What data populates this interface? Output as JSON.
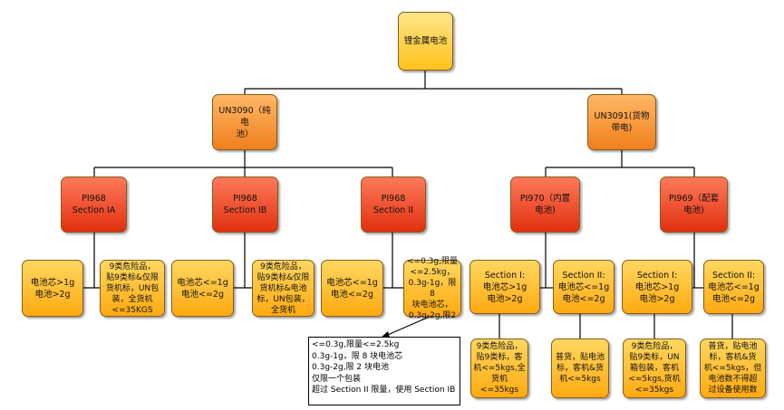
{
  "root": "锂金属电池",
  "un3090": "UN3090（纯电\n池）",
  "un3091": "UN3091(货物\n带电)",
  "pi968_ia": "PI968\nSection IA",
  "pi968_ib": "PI968\nSection IB",
  "pi968_ii": "PI968\nSection II",
  "pi970": "PI970（内置\n电池)",
  "pi969": "PI969（配套\n电池)",
  "ia_cond": "电池芯>1g\n电池>2g",
  "ia_req": "9类危险品，\n贴9类标&仅限\n货机标，UN包\n装，全货机\n<=35KGS",
  "ib_cond": "电池芯<=1g\n电池<=2g",
  "ib_req": "9类危险品，\n贴9类标&仅限\n货机标&电池\n标，UN包装，\n全货机",
  "ii_cond": "电池芯<=1g\n电池<=2g",
  "ii_req": "<=0.3g,限量\n<=2.5kg，\n0.3g-1g，限8\n块电池芯，\n0.3g-2g,限2",
  "pi970_s1_cond": "Section I:\n电池芯>1g\n电池>2g",
  "pi970_s1_req": "9类危险品，\n贴9类标，客\n机<=5kgs,全\n货机<=35kgs",
  "pi970_s2_cond": "Section II:\n电池芯<=1g\n电池<=2g",
  "pi970_s2_req": "普货，贴电池\n标，客机&货\n机<=5kgs",
  "pi969_s1_cond": "Section I:\n电池芯>1g\n电池>2g",
  "pi969_s1_req": "9类危险品，\n贴9类标，UN\n箱包装，客机\n<=5kgs,货机\n<=35kgs",
  "pi969_s2_cond": "Section II:\n电池芯<=1g\n电池<=2g",
  "pi969_s2_req": "普货，贴电池\n标，客机&货\n机<=5kgs，但\n电池数不得超\n过设备使用数",
  "note": [
    "<=0.3g,限量<=2.5kg",
    "0.3g-1g，限 8 块电池芯",
    "0.3g-2g,限 2 块电池",
    "仅限一个包装",
    "超过 Section II 限量，使用 Section IB"
  ],
  "colors": {
    "line": "#000000",
    "root_fill": "#ffc21a",
    "level1_fill": "#f07f1c",
    "level2_fill": "#e0300f",
    "leaf_fill": "#ffaa10"
  }
}
